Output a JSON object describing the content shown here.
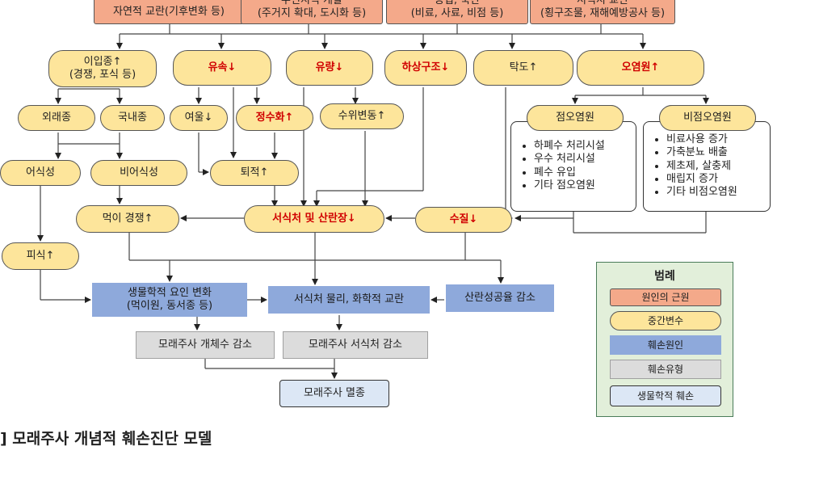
{
  "causes": {
    "natural": "자연적 교란(기후변화 등)",
    "waterfront": "수변지역 개발\n(주거지 확대, 도시화 등)",
    "agri": "농업, 축산\n(비료, 사료, 비점 등)",
    "river": "서식지 교란\n(횡구조물, 재해예방공사 등)"
  },
  "mids": {
    "invasive": "이입종↑\n(경쟁, 포식 등)",
    "velocity": "유속↓",
    "flow": "유량↓",
    "riverbed": "하상구조↓",
    "turbidity": "탁도↑",
    "pollution": "오염원↑",
    "alien": "외래종",
    "native": "국내종",
    "pool": "여울↓",
    "stagnant": "정수화↑",
    "waterlevel": "수위변동↑",
    "point": "점오염원",
    "nonpoint": "비점오염원",
    "piscivore": "어식성",
    "nonpiscivore": "비어식성",
    "sediment": "퇴적↑",
    "food": "먹이 경쟁↑",
    "habitat": "서식처 및 산란장↓",
    "quality": "수질↓",
    "predation": "피식↑"
  },
  "point_list": [
    "하폐수 처리시설",
    "우수 처리시설",
    "폐수 유입",
    "기타 점오염원"
  ],
  "nonpoint_list": [
    "비료사용 증가",
    "가축분뇨 배출",
    "제초제, 살충제",
    "매립지 증가",
    "기타 비점오염원"
  ],
  "damage": {
    "bio_factor": "생물학적 요인 변화\n(먹이원, 동서종 등)",
    "physchem": "서식처 물리, 화학적 교란",
    "spawning": "산란성공율 감소"
  },
  "types": {
    "count": "모래주사 개체수 감소",
    "habitat": "모래주사 서식처 감소"
  },
  "bio": {
    "extinct": "모래주사 멸종"
  },
  "legend": {
    "title": "범례",
    "cause": "원인의 근원",
    "mid": "중간변수",
    "damage": "훼손원인",
    "type": "훼손유형",
    "bio": "생물학적 훼손"
  },
  "caption": "] 모래주사 개념적 훼손진단 모델",
  "colors": {
    "cause": "#f4a98a",
    "mid": "#fde59b",
    "highlight_text": "#d00000",
    "damage": "#8ea9db",
    "type": "#dcdcdc",
    "bio": "#dce7f5",
    "legend_bg": "#e2efda"
  }
}
